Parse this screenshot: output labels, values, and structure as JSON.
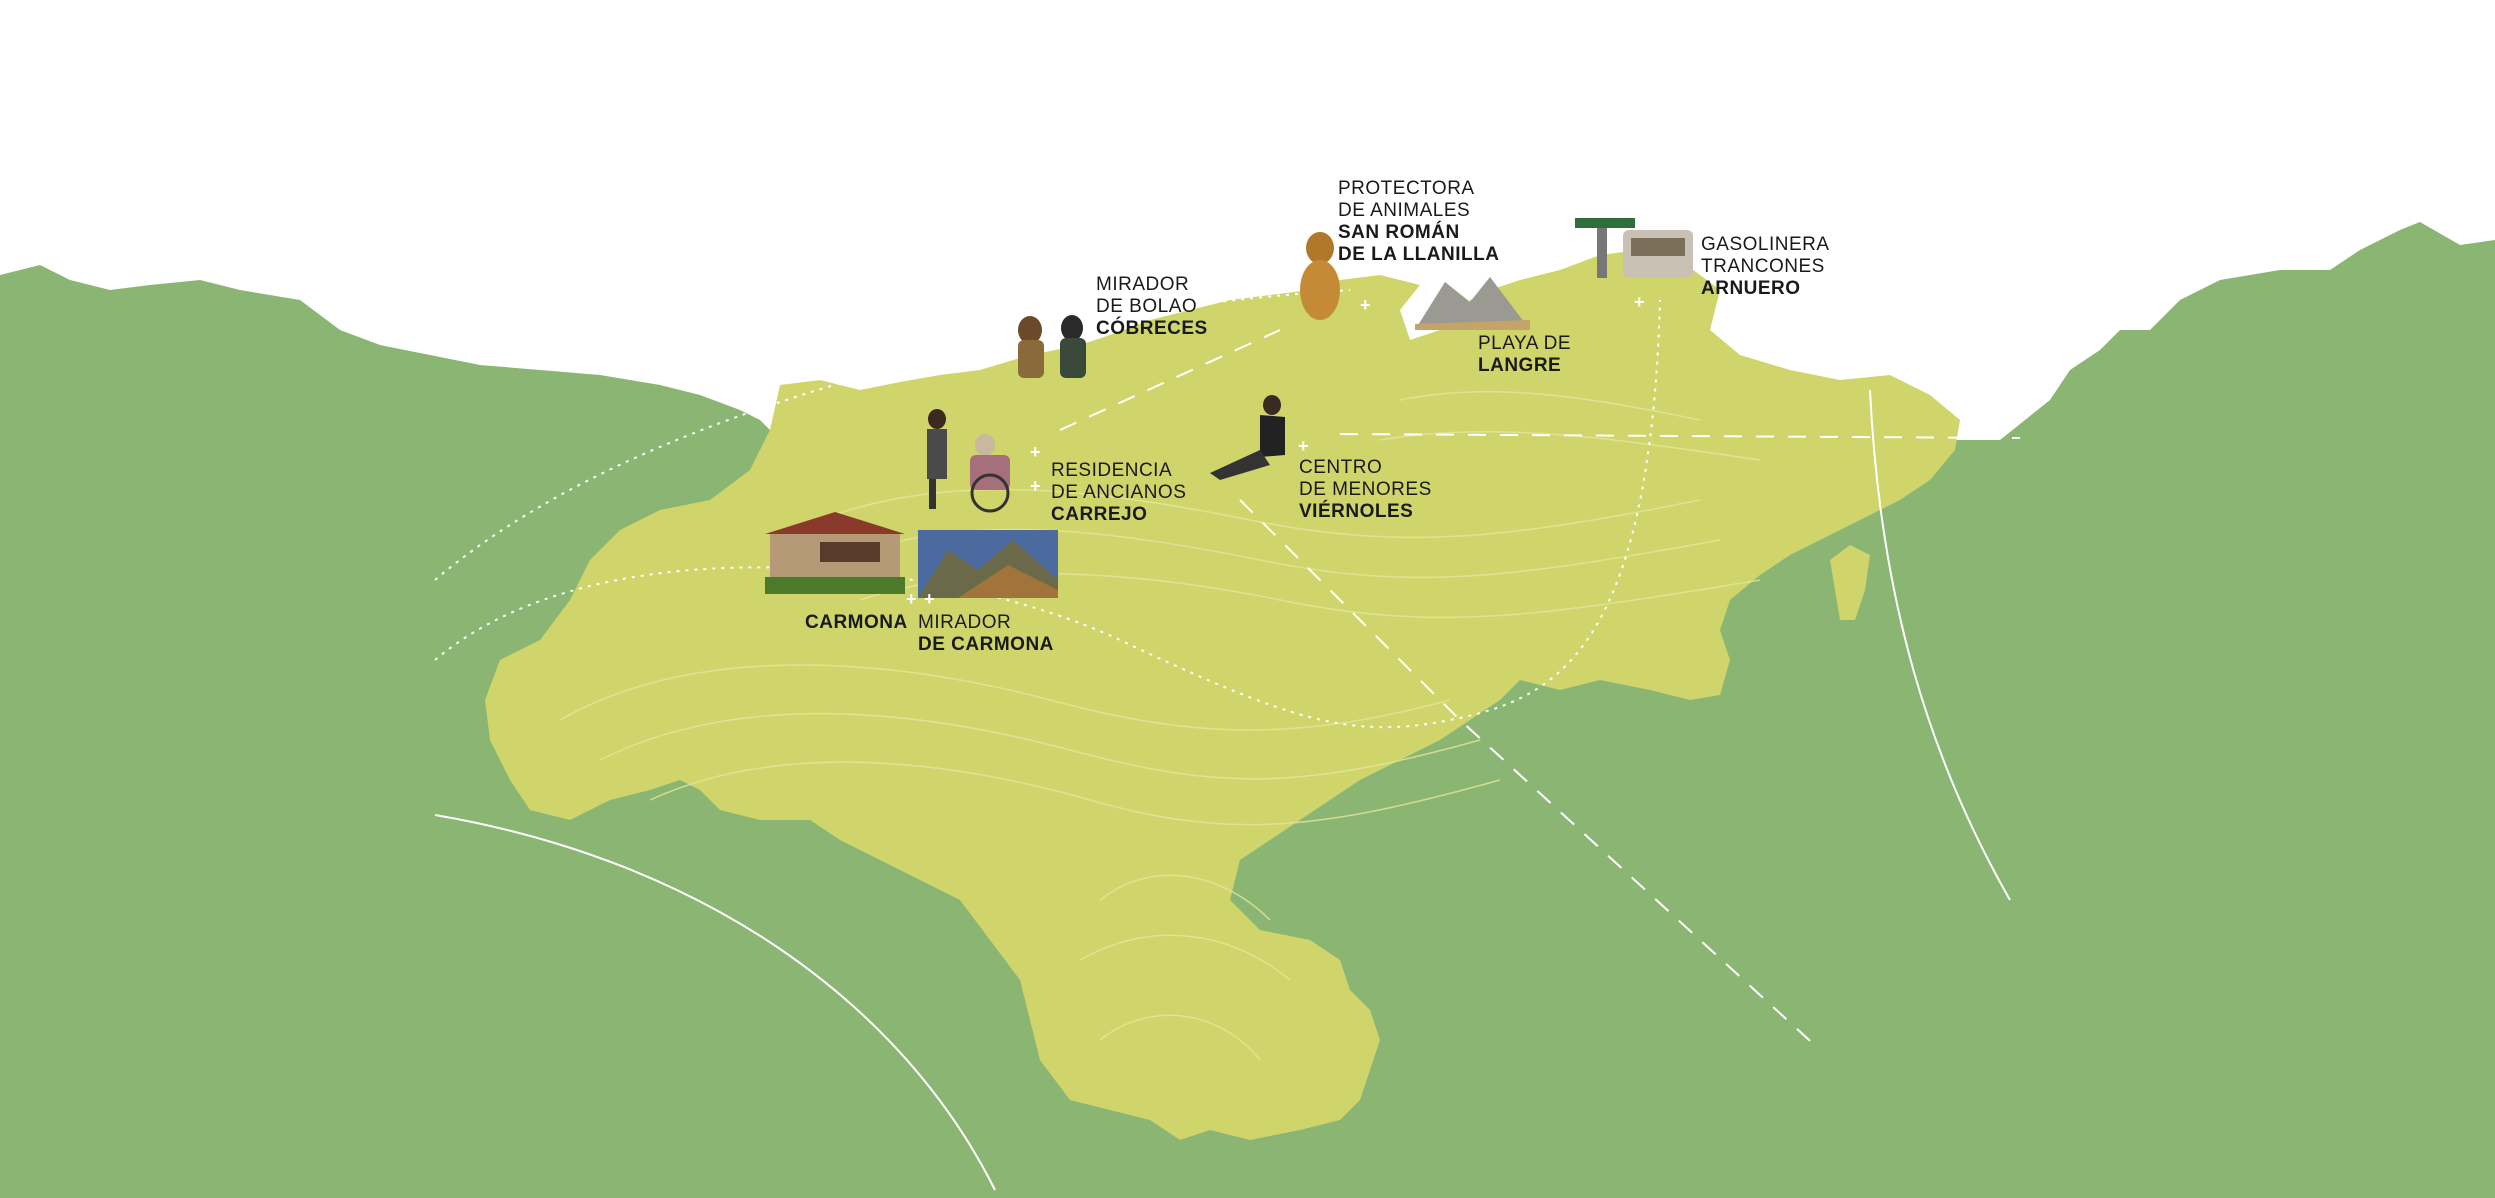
{
  "colors": {
    "sea": "#ffffff",
    "land_out": "#8ab573",
    "region": "#cfd56b",
    "contour": "#e4e79c",
    "route": "#ffffff",
    "text": "#1a1a1a"
  },
  "locations": [
    {
      "id": "bolao",
      "line1": "MIRADOR",
      "line2": "DE BOLAO",
      "bold": "CÓBRECES",
      "icon": "people-sitting-icon"
    },
    {
      "id": "protectora",
      "line1": "PROTECTORA",
      "line2": "DE ANIMALES",
      "bold": "SAN ROMÁN",
      "bold2": "DE LA LLANILLA",
      "icon": "dog-icon"
    },
    {
      "id": "gasolinera",
      "line1": "GASOLINERA",
      "line2": "TRANCONES",
      "bold": "ARNUERO",
      "icon": "gas-station-icon"
    },
    {
      "id": "langre",
      "line1": "PLAYA DE",
      "bold": "LANGRE",
      "icon": "beach-icon"
    },
    {
      "id": "carrejo",
      "line1": "RESIDENCIA",
      "line2": "DE ANCIANOS",
      "bold": "CARREJO",
      "icon": "wheelchair-icon"
    },
    {
      "id": "viernoles",
      "line1": "CENTRO",
      "line2": "DE MENORES",
      "bold": "VIÉRNOLES",
      "icon": "person-sitting-icon"
    },
    {
      "id": "carmona",
      "bold": "CARMONA",
      "icon": "house-icon"
    },
    {
      "id": "mirador_carmona",
      "line1": "MIRADOR",
      "bold": "DE CARMONA",
      "icon": "mountain-icon"
    }
  ]
}
